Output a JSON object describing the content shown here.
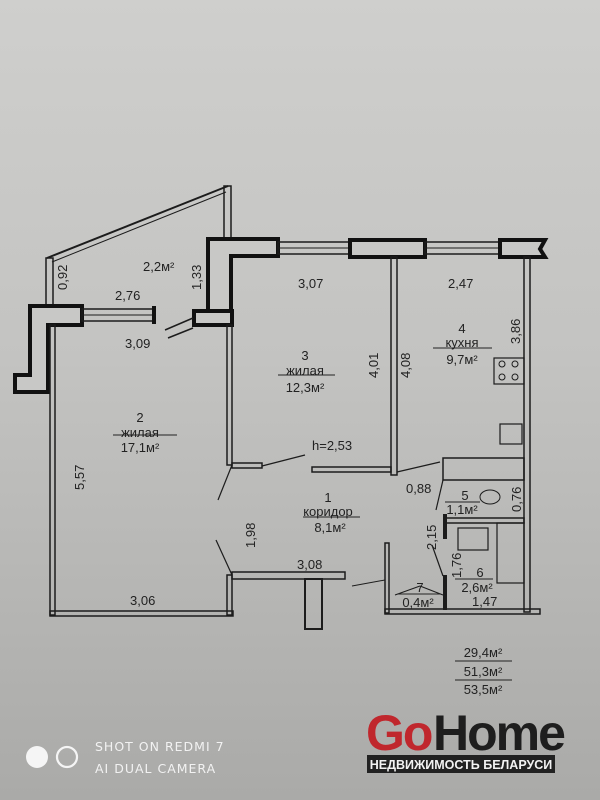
{
  "plan": {
    "height_label": "h=2,53",
    "rooms": [
      {
        "number": "1",
        "name": "коридор",
        "area": "8,1м²"
      },
      {
        "number": "2",
        "name": "жилая",
        "area": "17,1м²"
      },
      {
        "number": "3",
        "name": "жилая",
        "area": "12,3м²"
      },
      {
        "number": "4",
        "name": "кухня",
        "area": "9,7м²"
      },
      {
        "number": "5",
        "area": "1,1м²"
      },
      {
        "number": "6",
        "area": "2,6м²"
      },
      {
        "number": "7",
        "area": "0,4м²"
      }
    ],
    "balcony_area": "2,2м²",
    "dimensions": {
      "balcony_side": "0,92",
      "balcony_width": "2,76",
      "room2_top": "3,09",
      "wall_133": "1,33",
      "room2_len": "5,57",
      "room2_bottom": "3,06",
      "room3_top": "3,07",
      "room3_len": "4,01",
      "kitchen_len_left": "4,08",
      "kitchen_top": "2,47",
      "kitchen_len_right": "3,86",
      "corr_width": "1,98",
      "corr_bottom": "3,08",
      "bath5_w": "0,88",
      "bath5_h": "0,76",
      "corr_215": "2,15",
      "bath6_h": "1,76",
      "bath6_w": "1,47"
    },
    "totals": [
      "29,4м²",
      "51,3м²",
      "53,5м²"
    ]
  },
  "watermark": {
    "camera_line1": "SHOT ON REDMI 7",
    "camera_line2": "AI DUAL CAMERA",
    "logo_go": "Go",
    "logo_home": "Home",
    "logo_tagline": "НЕДВИЖИМОСТЬ БЕЛАРУСИ",
    "logo_go_color": "#c0272d"
  }
}
